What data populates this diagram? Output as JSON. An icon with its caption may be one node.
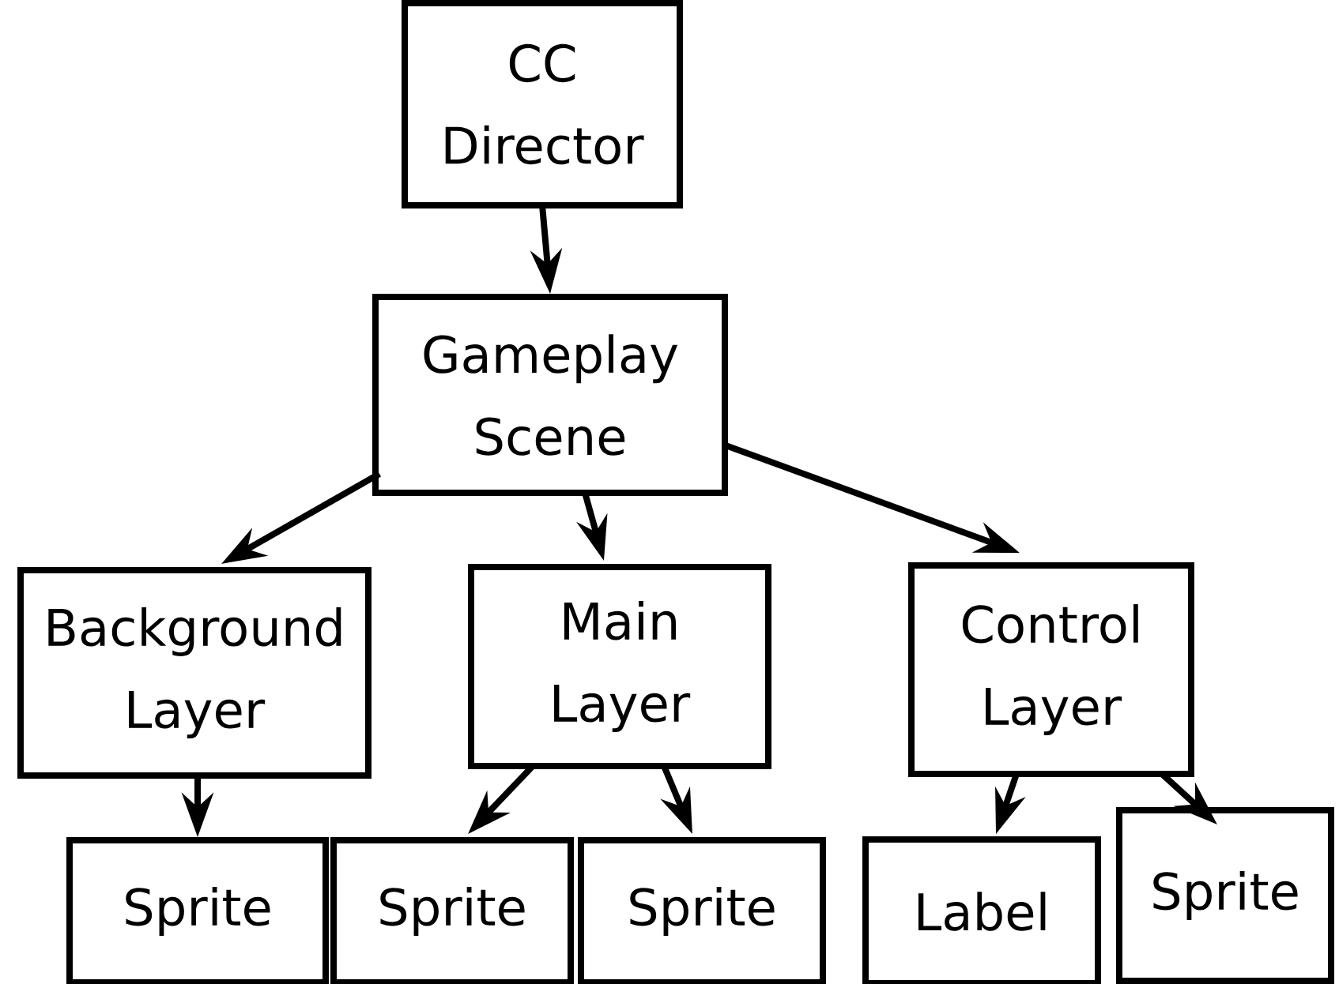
{
  "diagram": {
    "nodes": [
      {
        "text": [
          "CC Director"
        ]
      },
      {
        "text": [
          "Gameplay Scene"
        ]
      },
      {
        "text": [
          "Background Layer"
        ]
      },
      {
        "text": [
          "Main Layer"
        ]
      },
      {
        "text": [
          "Control Layer"
        ]
      },
      {
        "text": [
          "Sprite"
        ]
      },
      {
        "text": [
          "Sprite"
        ]
      },
      {
        "text": [
          "Sprite"
        ]
      },
      {
        "text": [
          "Label"
        ]
      },
      {
        "text": [
          "Sprite"
        ]
      }
    ],
    "edges": [
      {
        "from": 0,
        "to": 1,
        "arrow": "to"
      },
      {
        "from": 1,
        "to": 2,
        "arrow": "to"
      },
      {
        "from": 1,
        "to": 3,
        "arrow": "to"
      },
      {
        "from": 1,
        "to": 4,
        "arrow": "to"
      },
      {
        "from": 2,
        "to": 5,
        "arrow": "to"
      },
      {
        "from": 3,
        "to": 6,
        "arrow": "to"
      },
      {
        "from": 3,
        "to": 7,
        "arrow": "to"
      },
      {
        "from": 4,
        "to": 8,
        "arrow": "to"
      },
      {
        "from": 4,
        "to": 9,
        "arrow": "to"
      }
    ]
  }
}
